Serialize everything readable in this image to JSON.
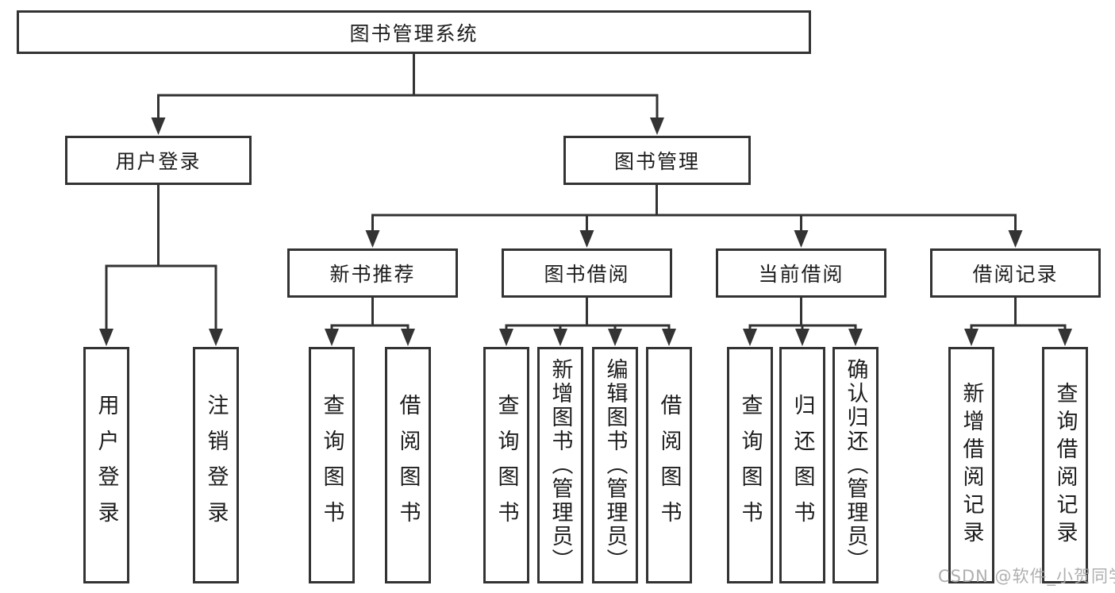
{
  "diagram": {
    "nodes": {
      "root": "图书管理系统",
      "user_login": "用户登录",
      "book_management": "图书管理",
      "new_book_recommendation": "新书推荐",
      "book_borrowing": "图书借阅",
      "current_borrowing": "当前借阅",
      "borrowing_records": "借阅记录"
    },
    "leaves": {
      "user_login": [
        "用户登录",
        "注销登录"
      ],
      "new_book_recommendation": [
        "查询图书",
        "借阅图书"
      ],
      "book_borrowing": [
        "查询图书",
        "新增图书（管理员）",
        "编辑图书（管理员）",
        "借阅图书"
      ],
      "current_borrowing": [
        "查询图书",
        "归还图书",
        "确认归还（管理员）"
      ],
      "borrowing_records": [
        "新增借阅记录",
        "查询借阅记录"
      ]
    },
    "watermark": "CSDN @软件_小贺同学",
    "colors": {
      "line": "#333333",
      "box_border": "#333333",
      "text": "#1d1d1d",
      "background": "#ffffff",
      "watermark": "#a8a8a8"
    }
  }
}
